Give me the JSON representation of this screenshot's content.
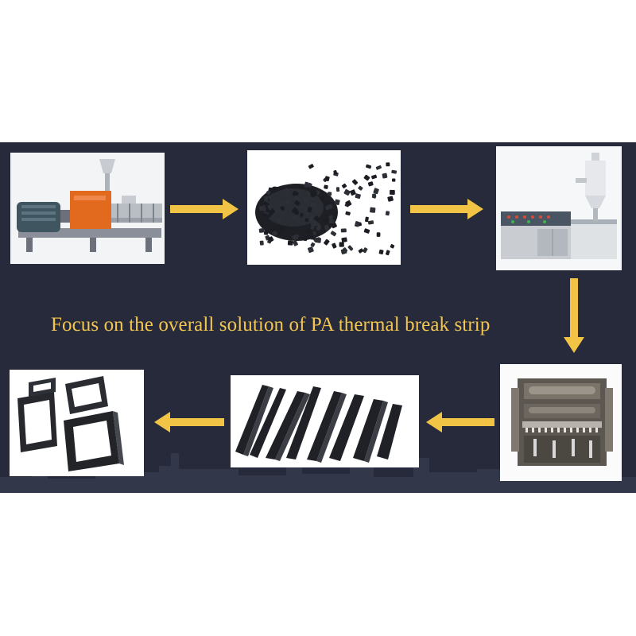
{
  "caption": "Focus on the overall solution of PA thermal break strip",
  "colors": {
    "panel_background": "#262a3b",
    "arrow": "#f2c446",
    "caption": "#f4c64f",
    "extruder_orange": "#e26a1f"
  },
  "steps": [
    {
      "icon": "twin-screw-extruder-photo"
    },
    {
      "icon": "pa-pellets-photo"
    },
    {
      "icon": "profile-extrusion-line-photo"
    },
    {
      "icon": "vacuum-calibration-tank-photo"
    },
    {
      "icon": "thermal-break-strips-photo"
    },
    {
      "icon": "aluminum-window-frames-photo"
    }
  ],
  "arrows": [
    {
      "direction": "right"
    },
    {
      "direction": "right"
    },
    {
      "direction": "down"
    },
    {
      "direction": "left"
    },
    {
      "direction": "left"
    }
  ]
}
